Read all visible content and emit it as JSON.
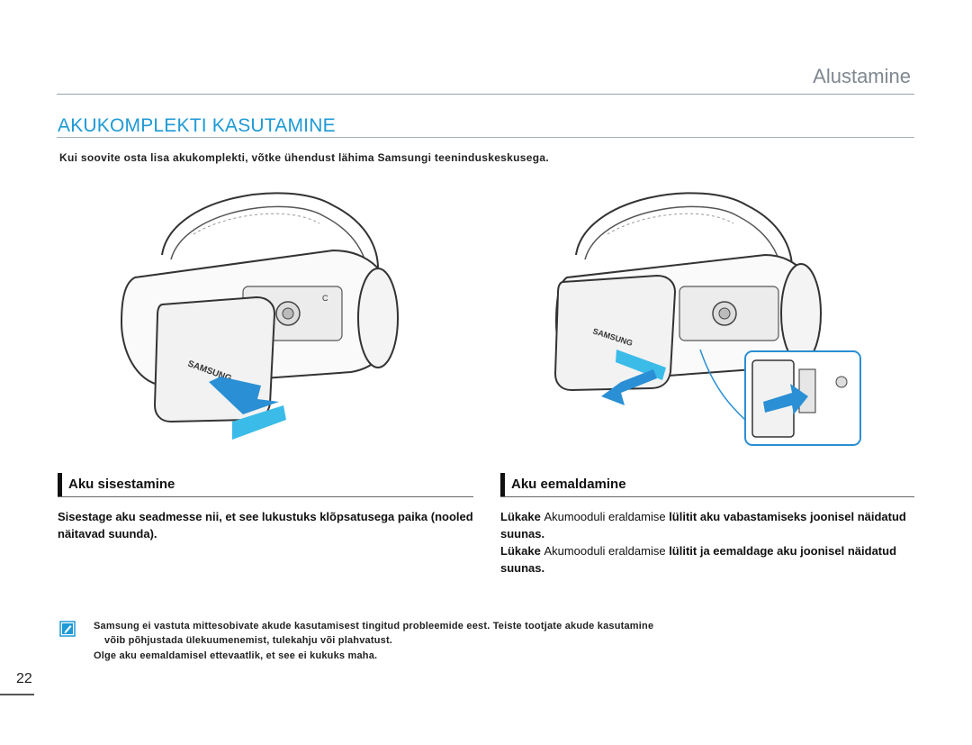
{
  "header": {
    "chapter_title": "Alustamine"
  },
  "section": {
    "title": "AKUKOMPLEKTI KASUTAMINE",
    "intro": "Kui soovite osta lisa akukomplekti, võtke ühendust lähima Samsungi teeninduskeskusega."
  },
  "insert": {
    "heading": "Aku sisestamine",
    "body": "Sisestage aku seadmesse nii, et see lukustuks klõpsatusega paika (nooled näitavad suunda)."
  },
  "remove": {
    "heading": "Aku eemaldamine",
    "line1_prefix": "Lükake",
    "line1_plain": "Akumooduli eraldamise",
    "line1_suffix": "lülitit aku vabastamiseks joonisel näidatud suunas.",
    "line2_prefix": "Lükake",
    "line2_plain": "Akumooduli eraldamise",
    "line2_suffix": "lülitit ja eemaldage aku joonisel näidatud suunas."
  },
  "notes": {
    "line1": "Samsung ei vastuta mittesobivate akude kasutamisest tingitud probleemide eest. Teiste tootjate akude kasutamine",
    "line2": "võib põhjustada ülekuumenemist, tulekahju või plahvatust.",
    "line3": "Olge aku eemaldamisel ettevaatlik, et see ei kukuks maha."
  },
  "footer": {
    "page_number": "22"
  },
  "colors": {
    "accent_blue": "#1e9ad6",
    "arrow_blue": "#2a8fd4",
    "arrow_light": "#3bbbe8"
  },
  "figures": {
    "brand_label": "SAMSUNG"
  }
}
